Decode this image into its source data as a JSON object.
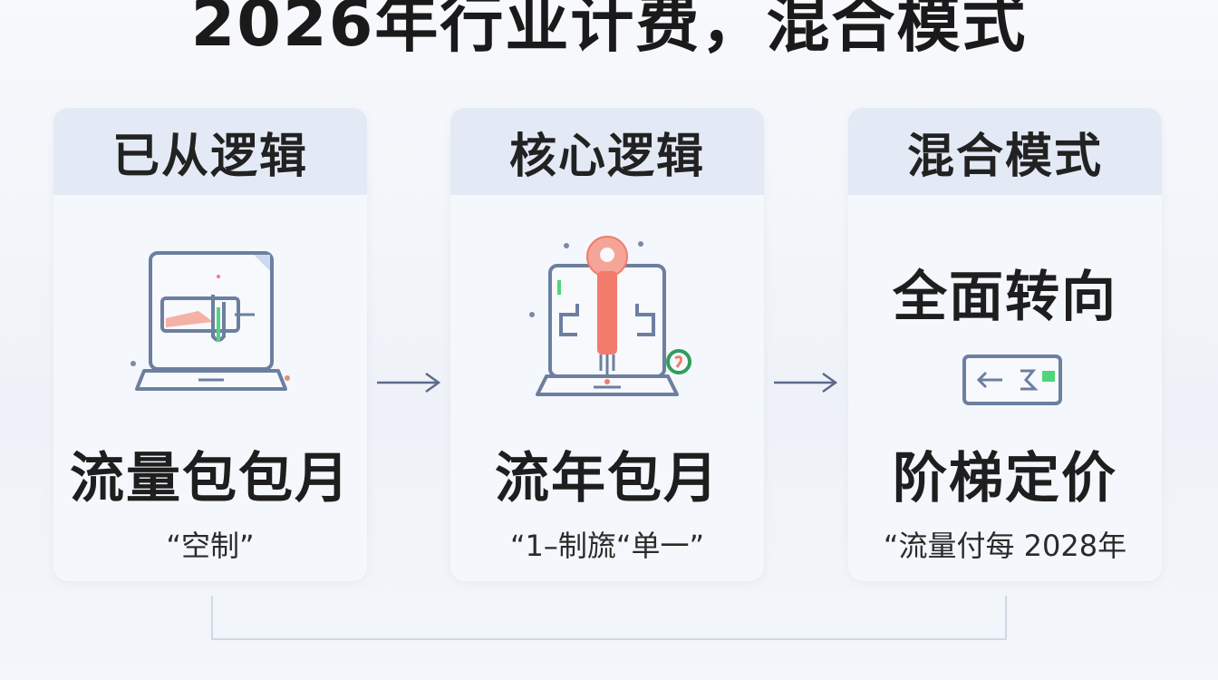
{
  "title": "2026年行业计费，混合模式",
  "panels": [
    {
      "header": "已从逻辑",
      "main": "流量包包月",
      "note": "“空制”",
      "icon": "laptop-document-icon"
    },
    {
      "header": "核心逻辑",
      "main": "流年包月",
      "note": "“1–制旒“单一”",
      "icon": "laptop-key-icon"
    },
    {
      "header": "混合模式",
      "top_text": "全面转向",
      "main": "阶梯定价",
      "note": "“流量付每 2028年",
      "icon": "arrow-card-icon"
    }
  ],
  "colors": {
    "header_bg": "#e3eaf5",
    "panel_bg": "#f4f7fb",
    "accent_red": "#f27b6c",
    "accent_green": "#4fd67a",
    "line": "#6c7fa0"
  }
}
